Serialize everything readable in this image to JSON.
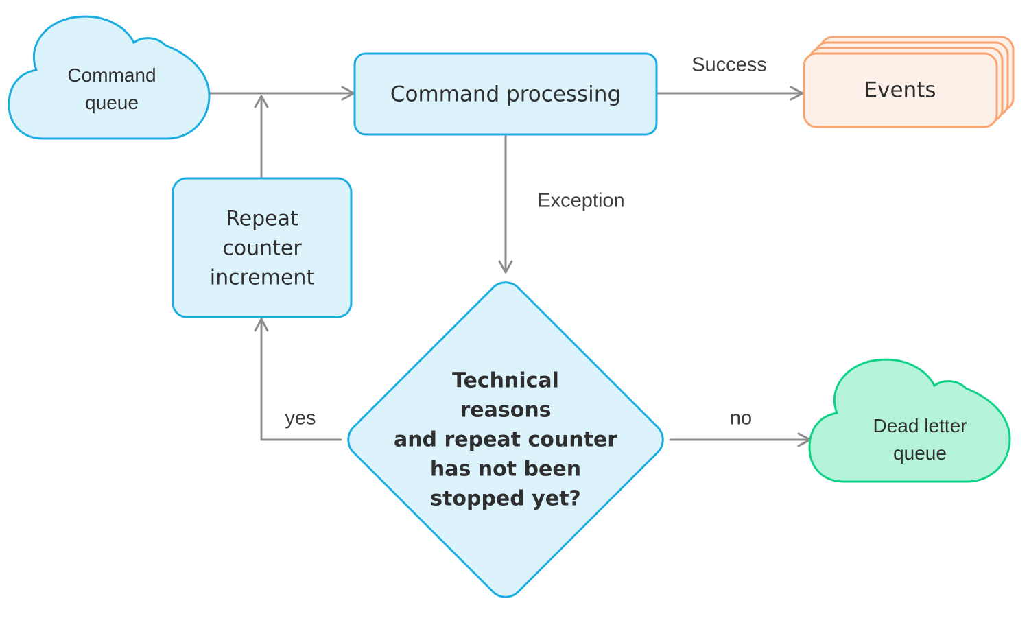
{
  "diagram": {
    "type": "flowchart",
    "nodes": {
      "command_queue": {
        "label": "Command\nqueue",
        "shape": "cloud",
        "color": "blue"
      },
      "command_processing": {
        "label": "Command processing",
        "shape": "rounded-rect",
        "color": "blue"
      },
      "events": {
        "label": "Events",
        "shape": "stacked-cards",
        "color": "orange",
        "card_count": 4
      },
      "repeat_counter": {
        "label": "Repeat\ncounter\nincrement",
        "shape": "rounded-rect",
        "color": "blue"
      },
      "decision": {
        "label": "Technical\nreasons\nand repeat counter\nhas not been\nstopped yet?",
        "shape": "diamond",
        "color": "blue"
      },
      "dead_letter_queue": {
        "label": "Dead letter\nqueue",
        "shape": "cloud",
        "color": "green"
      }
    },
    "edges": {
      "queue_to_processing": {
        "label": "",
        "from": "command_queue",
        "to": "command_processing"
      },
      "success": {
        "label": "Success",
        "from": "command_processing",
        "to": "events"
      },
      "exception": {
        "label": "Exception",
        "from": "command_processing",
        "to": "decision"
      },
      "yes": {
        "label": "yes",
        "from": "decision",
        "to": "repeat_counter"
      },
      "repeat_to_flow": {
        "label": "",
        "from": "repeat_counter",
        "to": "queue_to_processing"
      },
      "no": {
        "label": "no",
        "from": "decision",
        "to": "dead_letter_queue"
      }
    }
  },
  "colors": {
    "background": "#ffffff",
    "node-blue-stroke": "#1caee0",
    "node-blue-fill": "#ddf3fb",
    "node-orange-stroke": "#f9a571",
    "node-orange-fill": "#fdf0e8",
    "node-green-stroke": "#10d287",
    "node-green-fill": "#b5f3da",
    "edge-gray": "#8c8c8c",
    "text-dark": "#2f2f2f",
    "label-gray": "#3d3d3d"
  }
}
